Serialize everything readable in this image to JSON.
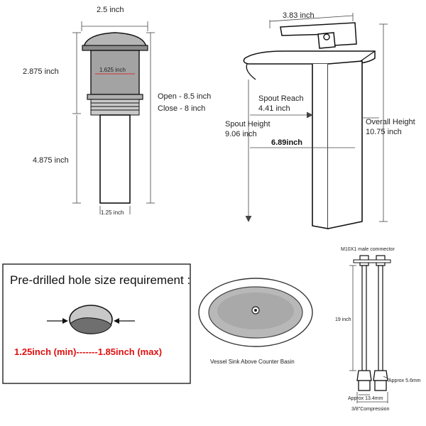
{
  "drain": {
    "width_top": "2.5 inch",
    "height_top": "2.875 inch",
    "inner_diameter": "1.625 inch",
    "height_bottom": "4.875 inch",
    "pipe_diameter": "1.25 inch",
    "open_height": "Open - 8.5 inch",
    "close_height": "Close - 8 inch"
  },
  "faucet": {
    "top_width": "3.83 inch",
    "spout_reach_label": "Spout Reach",
    "spout_reach_value": "4.41 inch",
    "spout_height_label": "Spout Height",
    "spout_height_value": "9.06 inch",
    "depth": "6.89inch",
    "overall_height_label": "Overall Height",
    "overall_height_value": "10.75 inch"
  },
  "hole": {
    "title": "Pre-drilled hole size requirement :",
    "range": "1.25inch (min)-------1.85inch (max)"
  },
  "sink": {
    "caption": "Vessel Sink Above Counter  Basin"
  },
  "hoses": {
    "connector": "M10X1 male commector",
    "length": "19 inch",
    "approx_side": "Approx 5.6mm",
    "approx_bottom": "Approx 13.4mm",
    "compression": "3/8\"Compression"
  },
  "colors": {
    "metal_fill": "#9a9a9a",
    "outline": "#111111",
    "accent_red": "#e01010"
  }
}
